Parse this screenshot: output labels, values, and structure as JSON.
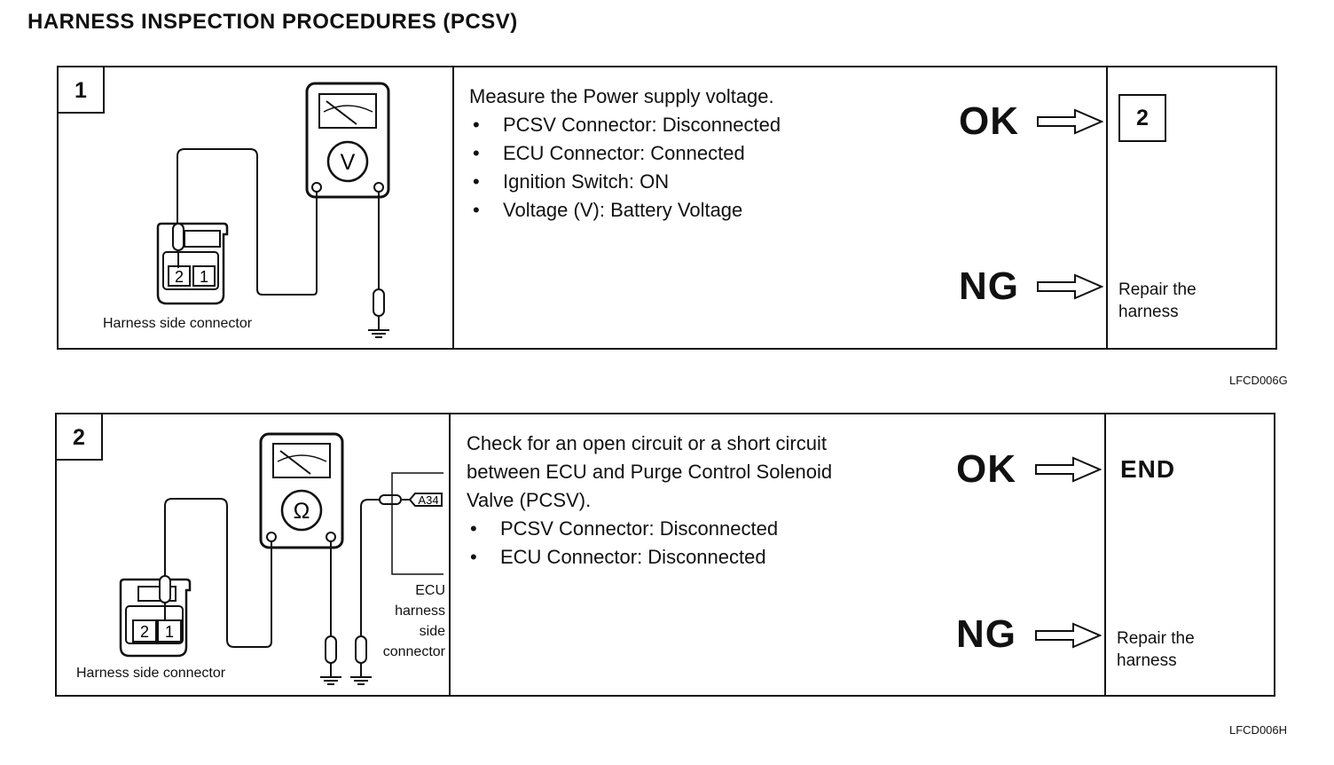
{
  "title": "HARNESS INSPECTION PROCEDURES (PCSV)",
  "steps": [
    {
      "number": "1",
      "diagram": {
        "connector_label": "Harness side connector",
        "meter_symbol": "V",
        "pins": [
          "2",
          "1"
        ]
      },
      "instruction": "Measure the Power supply voltage.",
      "bullets": [
        "PCSV Connector: Disconnected",
        "ECU Connector: Connected",
        "Ignition Switch: ON",
        "Voltage (V): Battery Voltage"
      ],
      "ok_label": "OK",
      "ok_target": "2",
      "ng_label": "NG",
      "ng_target": "Repair the harness",
      "figure_code": "LFCD006G"
    },
    {
      "number": "2",
      "diagram": {
        "connector_label": "Harness side connector",
        "meter_symbol": "Ω",
        "pins": [
          "2",
          "1"
        ],
        "ecu_pin": "A34",
        "ecu_label": [
          "ECU",
          "harness",
          "side",
          "connector"
        ]
      },
      "instruction_lines": [
        "Check for an open circuit or a short circuit",
        "between ECU and Purge Control Solenoid",
        "Valve (PCSV)."
      ],
      "bullets": [
        "PCSV Connector: Disconnected",
        "ECU Connector: Disconnected"
      ],
      "ok_label": "OK",
      "ok_target": "END",
      "ng_label": "NG",
      "ng_target": "Repair the harness",
      "figure_code": "LFCD006H"
    }
  ]
}
